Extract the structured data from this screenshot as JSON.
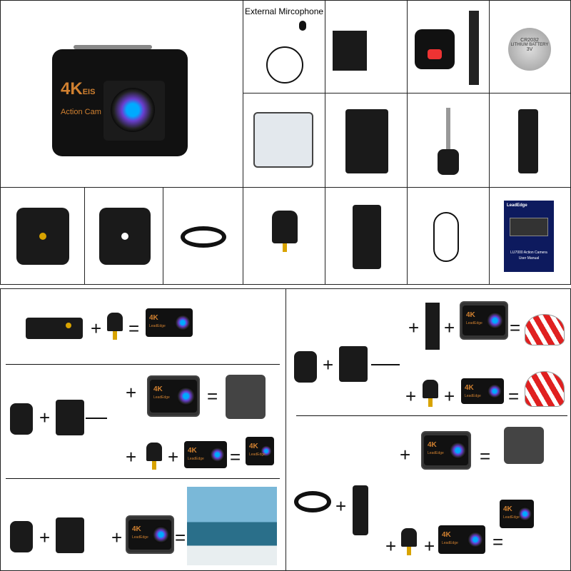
{
  "main_camera": {
    "logo": "4K",
    "logo_suffix": "EIS",
    "subtitle": "Action Cam"
  },
  "accessories": {
    "microphone_label": "External Mircophone",
    "battery_coin": {
      "model": "CR2032",
      "type": "LITHIUM BATTERY",
      "voltage": "3V"
    },
    "manual": {
      "brand": "LeadEdge",
      "title": "LU7000 Action Camera",
      "subtitle": "User Manual"
    }
  },
  "small_camera_logo": "4K",
  "small_camera_brand": "LeadEdge",
  "symbols": {
    "plus": "+",
    "equals": "="
  },
  "colors": {
    "accent": "#d08030",
    "manual_bg": "#0d1a5e",
    "border": "#222222"
  }
}
